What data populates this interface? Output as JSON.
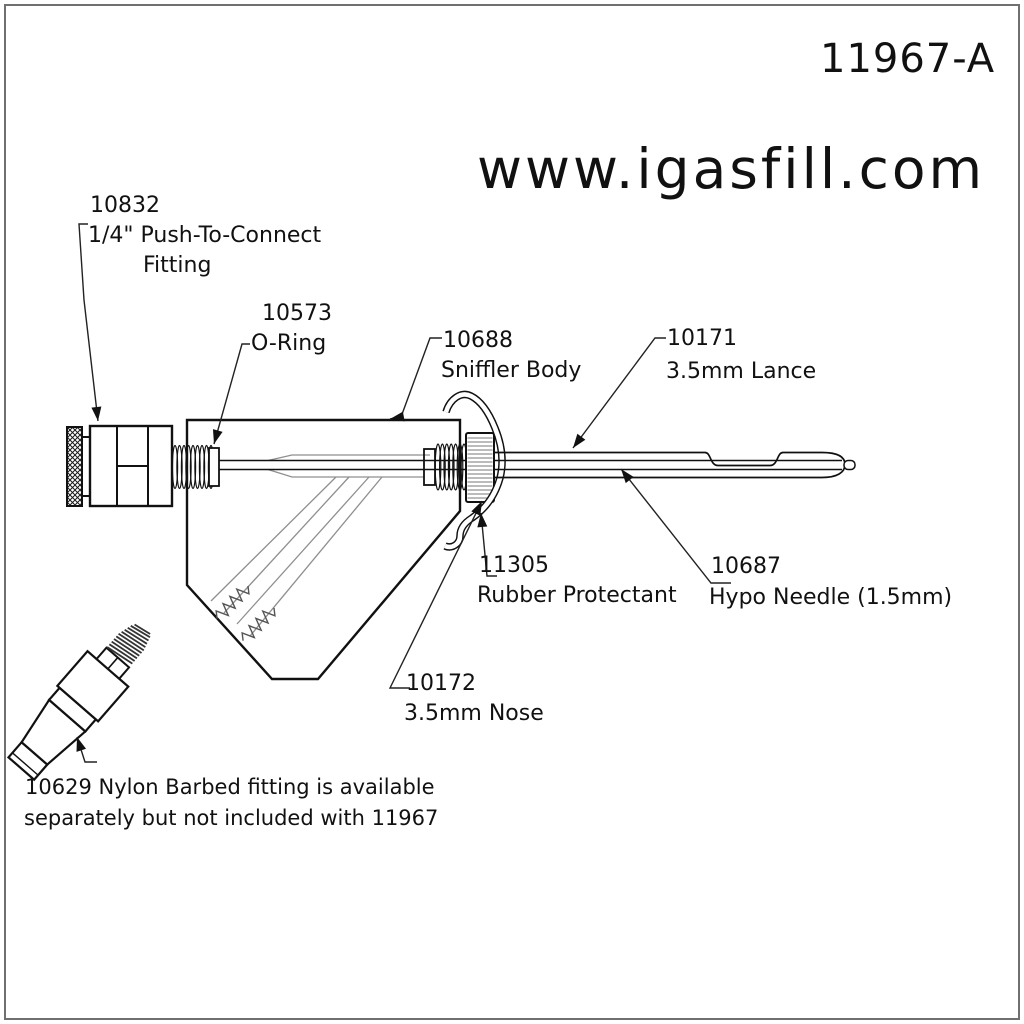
{
  "title": "11967-A",
  "watermark": "www.igasfill.com",
  "parts": {
    "push_to_connect": {
      "number": "10832",
      "name_line1": "1/4\" Push-To-Connect",
      "name_line2": "Fitting"
    },
    "o_ring": {
      "number": "10573",
      "name": "O-Ring"
    },
    "sniffler_body": {
      "number": "10688",
      "name": "Sniffler Body"
    },
    "lance": {
      "number": "10171",
      "name": "3.5mm Lance"
    },
    "rubber_protectant": {
      "number": "11305",
      "name": "Rubber Protectant"
    },
    "hypo_needle": {
      "number": "10687",
      "name": "Hypo Needle (1.5mm)"
    },
    "nose": {
      "number": "10172",
      "name": "3.5mm Nose"
    },
    "barbed_fitting": {
      "note_line1": "10629 Nylon Barbed fitting is available",
      "note_line2": "separately but not included with 11967"
    }
  },
  "colors": {
    "line": "#111111",
    "hidden_detail_line": "#8f8f8f",
    "spring_line": "#555555",
    "watermark": "#d9d9d9",
    "border": "#707070",
    "background": "#ffffff"
  }
}
